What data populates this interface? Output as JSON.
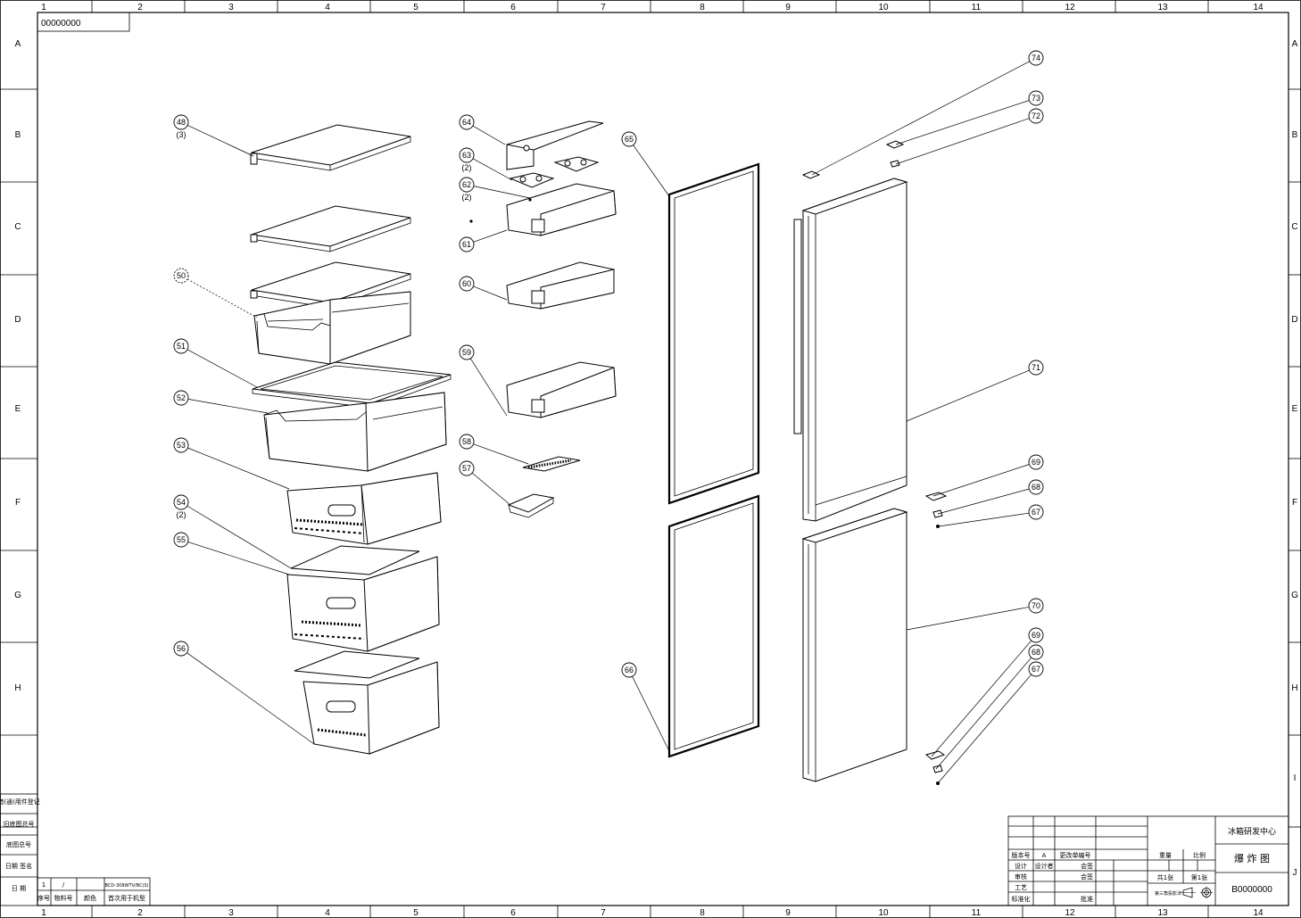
{
  "drawing": {
    "cols": [
      "1",
      "2",
      "3",
      "4",
      "5",
      "6",
      "7",
      "8",
      "9",
      "10",
      "11",
      "12",
      "13",
      "14"
    ],
    "rows": [
      "A",
      "B",
      "C",
      "D",
      "E",
      "F",
      "G",
      "H",
      "I",
      "J"
    ],
    "code_box": "00000000"
  },
  "callouts": [
    {
      "id": "48",
      "note": "(3)"
    },
    {
      "id": "50",
      "note": ""
    },
    {
      "id": "51",
      "note": ""
    },
    {
      "id": "52",
      "note": ""
    },
    {
      "id": "53",
      "note": ""
    },
    {
      "id": "54",
      "note": "(2)"
    },
    {
      "id": "55",
      "note": ""
    },
    {
      "id": "56",
      "note": ""
    },
    {
      "id": "57",
      "note": ""
    },
    {
      "id": "58",
      "note": ""
    },
    {
      "id": "59",
      "note": ""
    },
    {
      "id": "60",
      "note": ""
    },
    {
      "id": "61",
      "note": ""
    },
    {
      "id": "62",
      "note": "(2)"
    },
    {
      "id": "63",
      "note": "(2)"
    },
    {
      "id": "64",
      "note": ""
    },
    {
      "id": "65",
      "note": ""
    },
    {
      "id": "66",
      "note": ""
    },
    {
      "id": "67",
      "note": ""
    },
    {
      "id": "68",
      "note": ""
    },
    {
      "id": "69",
      "note": ""
    },
    {
      "id": "67",
      "note": ""
    },
    {
      "id": "68",
      "note": ""
    },
    {
      "id": "69",
      "note": ""
    },
    {
      "id": "70",
      "note": ""
    },
    {
      "id": "71",
      "note": ""
    },
    {
      "id": "72",
      "note": ""
    },
    {
      "id": "73",
      "note": ""
    },
    {
      "id": "74",
      "note": ""
    }
  ],
  "left_table": [
    "借(通)用件登记",
    "旧底图总号",
    "底图总号",
    "日期 签名",
    "日 期"
  ],
  "bottom_left": {
    "row1": [
      "1",
      "/",
      "",
      "BCD-308WTV/BC(S)"
    ],
    "row2": [
      "序号",
      "物料号",
      "颜色",
      "首次用于机型"
    ]
  },
  "title_block": {
    "org": "冰箱研发中心",
    "title": "爆 炸 图",
    "drawing_no": "B0000000",
    "version_label": "版本号",
    "version": "A",
    "change_label": "更改单编号",
    "design": "设计",
    "design_by": "设计者",
    "review": "审核",
    "process": "工艺",
    "standard": "标准化",
    "countersign1": "会签",
    "countersign2": "会签",
    "approve": "批准",
    "weight": "重量",
    "scale": "比例",
    "sheets": "共1张",
    "sheet_no": "第1张",
    "projection": "第三角投影法"
  }
}
